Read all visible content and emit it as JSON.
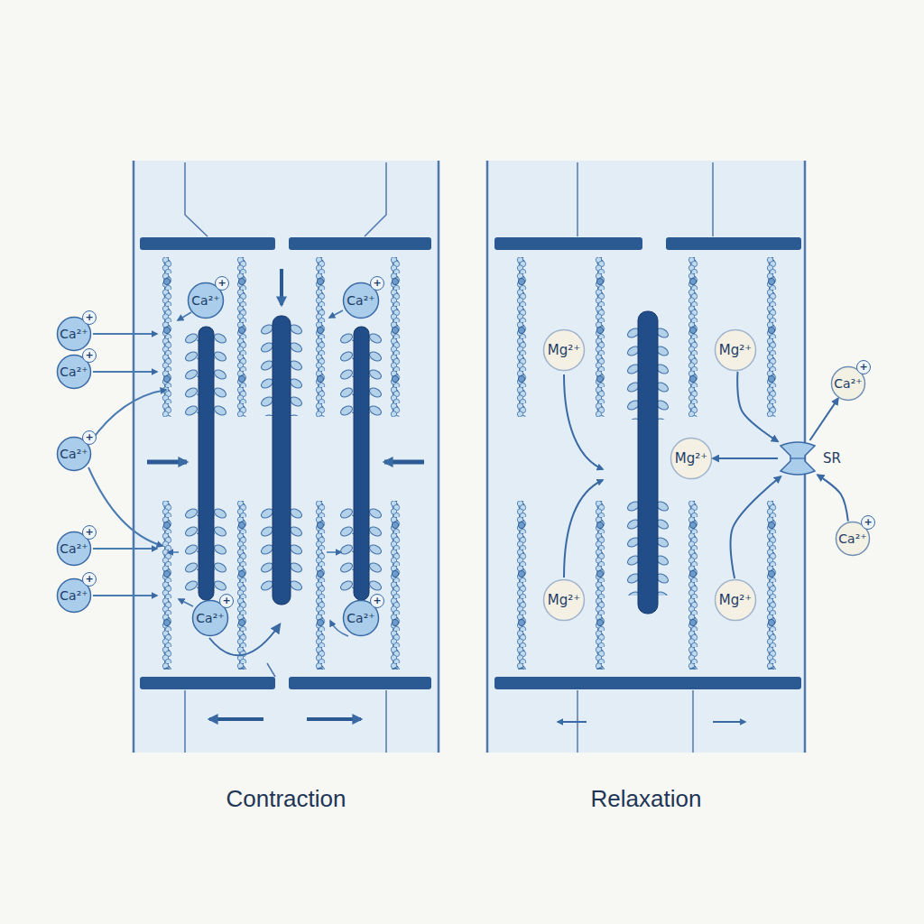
{
  "diagram": {
    "nodes": [
      {
        "text": [
          "Contraction"
        ]
      },
      {
        "text": [
          "Ca²⁺",
          "+"
        ]
      },
      {
        "text": [
          "Ca²⁺",
          "+"
        ]
      },
      {
        "text": [
          "Ca²⁺",
          "+"
        ]
      },
      {
        "text": [
          "Ca²⁺",
          "+"
        ]
      },
      {
        "text": [
          "Ca²⁺",
          "+"
        ]
      },
      {
        "text": [
          "Ca²⁺",
          "+"
        ],
        "in": 0
      },
      {
        "text": [
          "Ca²⁺",
          "+"
        ],
        "in": 0
      },
      {
        "text": [
          "Ca²⁺",
          "+"
        ],
        "in": 0
      },
      {
        "text": [
          "Ca²⁺",
          "+"
        ],
        "in": 0
      },
      {
        "text": [
          "Relaxation"
        ]
      },
      {
        "text": [
          "Mg²⁺"
        ],
        "in": 10
      },
      {
        "text": [
          "Mg²⁺"
        ],
        "in": 10
      },
      {
        "text": [
          "Mg²⁺"
        ],
        "in": 10
      },
      {
        "text": [
          "Mg²⁺"
        ],
        "in": 10
      },
      {
        "text": [
          "Mg²⁺"
        ],
        "in": 10
      },
      {
        "text": [
          "SR"
        ],
        "in": 10
      },
      {
        "text": [
          "Ca²⁺",
          "+"
        ]
      },
      {
        "text": [
          "Ca²⁺",
          "+"
        ]
      }
    ],
    "edges": [
      {
        "from": 16,
        "to": 13,
        "arrow": "to"
      },
      {
        "from": 12,
        "to": 16,
        "arrow": "to"
      },
      {
        "from": 15,
        "to": 16,
        "arrow": "to"
      },
      {
        "from": 18,
        "to": 16,
        "arrow": "to"
      },
      {
        "from": 16,
        "to": 17,
        "arrow": "to"
      }
    ]
  }
}
